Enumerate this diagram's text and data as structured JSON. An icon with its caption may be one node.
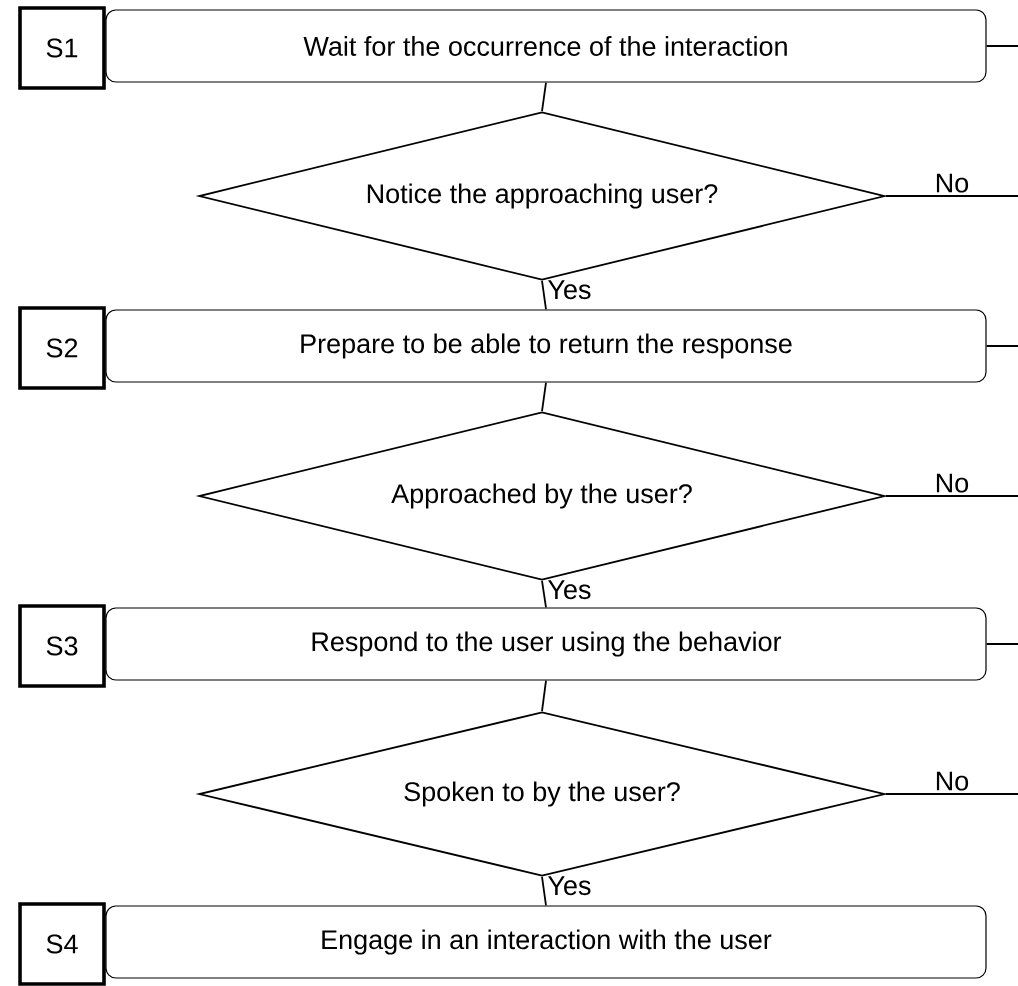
{
  "diagram": {
    "nodes": [
      {
        "text": [
          "S1"
        ]
      },
      {
        "text": [
          "Wait for the occurrence of the interaction"
        ]
      },
      {
        "text": [
          "Notice the approaching user?"
        ]
      },
      {
        "text": [
          "S2"
        ]
      },
      {
        "text": [
          "Prepare to be able to return the response"
        ]
      },
      {
        "text": [
          "Approached by the user?"
        ]
      },
      {
        "text": [
          "S3"
        ]
      },
      {
        "text": [
          "Respond to the user using the behavior"
        ]
      },
      {
        "text": [
          "Spoken to by the user?"
        ]
      },
      {
        "text": [
          "S4"
        ]
      },
      {
        "text": [
          "Engage in an interaction with the user"
        ]
      }
    ],
    "edges": [
      {
        "from": 1,
        "to": 2,
        "arrow": "none"
      },
      {
        "from": 2,
        "to": 4,
        "arrow": "none",
        "label": "Yes"
      },
      {
        "from": 4,
        "to": 5,
        "arrow": "none"
      },
      {
        "from": 5,
        "to": 7,
        "arrow": "none",
        "label": "Yes"
      },
      {
        "from": 7,
        "to": 8,
        "arrow": "none"
      },
      {
        "from": 8,
        "to": 10,
        "arrow": "none",
        "label": "Yes"
      },
      {
        "from": 1,
        "to": null,
        "arrow": "none"
      },
      {
        "from": 2,
        "to": null,
        "arrow": "none",
        "label": "No"
      },
      {
        "from": 4,
        "to": null,
        "arrow": "none"
      },
      {
        "from": 5,
        "to": null,
        "arrow": "none",
        "label": "No"
      },
      {
        "from": 7,
        "to": null,
        "arrow": "none"
      },
      {
        "from": 8,
        "to": null,
        "arrow": "none",
        "label": "No"
      }
    ]
  }
}
